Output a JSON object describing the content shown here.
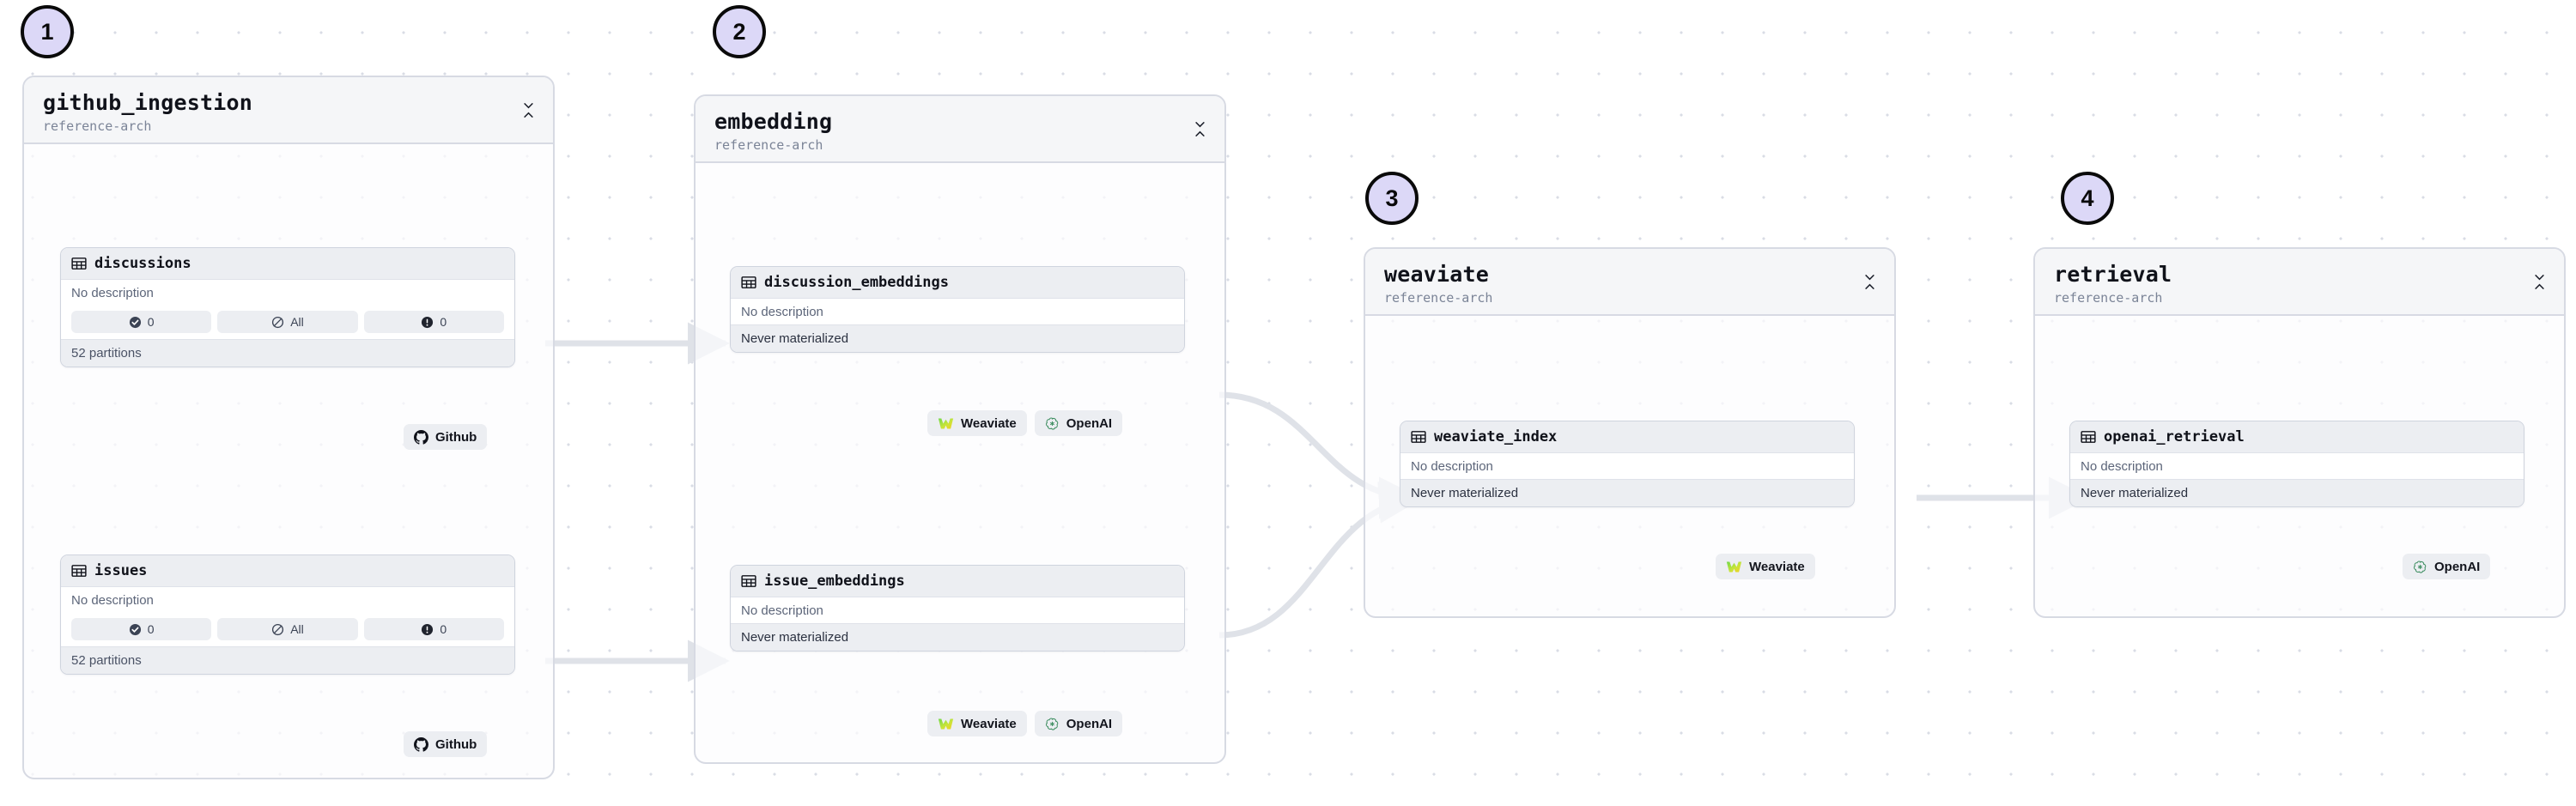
{
  "canvas": {
    "dot_color": "#d9dce5",
    "edge_color": "#dfe2e8",
    "accent_badge": "#dcd8f7"
  },
  "groups": [
    {
      "number": "1",
      "title": "github_ingestion",
      "subtitle": "reference-arch",
      "collapse_icon": "chevron-collapse-icon"
    },
    {
      "number": "2",
      "title": "embedding",
      "subtitle": "reference-arch",
      "collapse_icon": "chevron-collapse-icon"
    },
    {
      "number": "3",
      "title": "weaviate",
      "subtitle": "reference-arch",
      "collapse_icon": "chevron-collapse-icon"
    },
    {
      "number": "4",
      "title": "retrieval",
      "subtitle": "reference-arch",
      "collapse_icon": "chevron-collapse-icon"
    }
  ],
  "assets": {
    "discussions": {
      "name": "discussions",
      "icon": "table-icon",
      "description": "No description",
      "status": [
        {
          "icon": "check-circle-icon",
          "value": "0"
        },
        {
          "icon": "slash-circle-icon",
          "value": "All"
        },
        {
          "icon": "exclamation-circle-icon",
          "value": "0"
        }
      ],
      "footer": "52 partitions"
    },
    "issues": {
      "name": "issues",
      "icon": "table-icon",
      "description": "No description",
      "status": [
        {
          "icon": "check-circle-icon",
          "value": "0"
        },
        {
          "icon": "slash-circle-icon",
          "value": "All"
        },
        {
          "icon": "exclamation-circle-icon",
          "value": "0"
        }
      ],
      "footer": "52 partitions"
    },
    "discussion_embeddings": {
      "name": "discussion_embeddings",
      "icon": "table-icon",
      "description": "No description",
      "materialization": "Never materialized"
    },
    "issue_embeddings": {
      "name": "issue_embeddings",
      "icon": "table-icon",
      "description": "No description",
      "materialization": "Never materialized"
    },
    "weaviate_index": {
      "name": "weaviate_index",
      "icon": "table-icon",
      "description": "No description",
      "materialization": "Never materialized"
    },
    "openai_retrieval": {
      "name": "openai_retrieval",
      "icon": "table-icon",
      "description": "No description",
      "materialization": "Never materialized"
    }
  },
  "tags": {
    "github": {
      "label": "Github",
      "icon": "github-icon"
    },
    "weaviate": {
      "label": "Weaviate",
      "icon": "weaviate-icon"
    },
    "openai": {
      "label": "OpenAI",
      "icon": "openai-icon"
    }
  }
}
